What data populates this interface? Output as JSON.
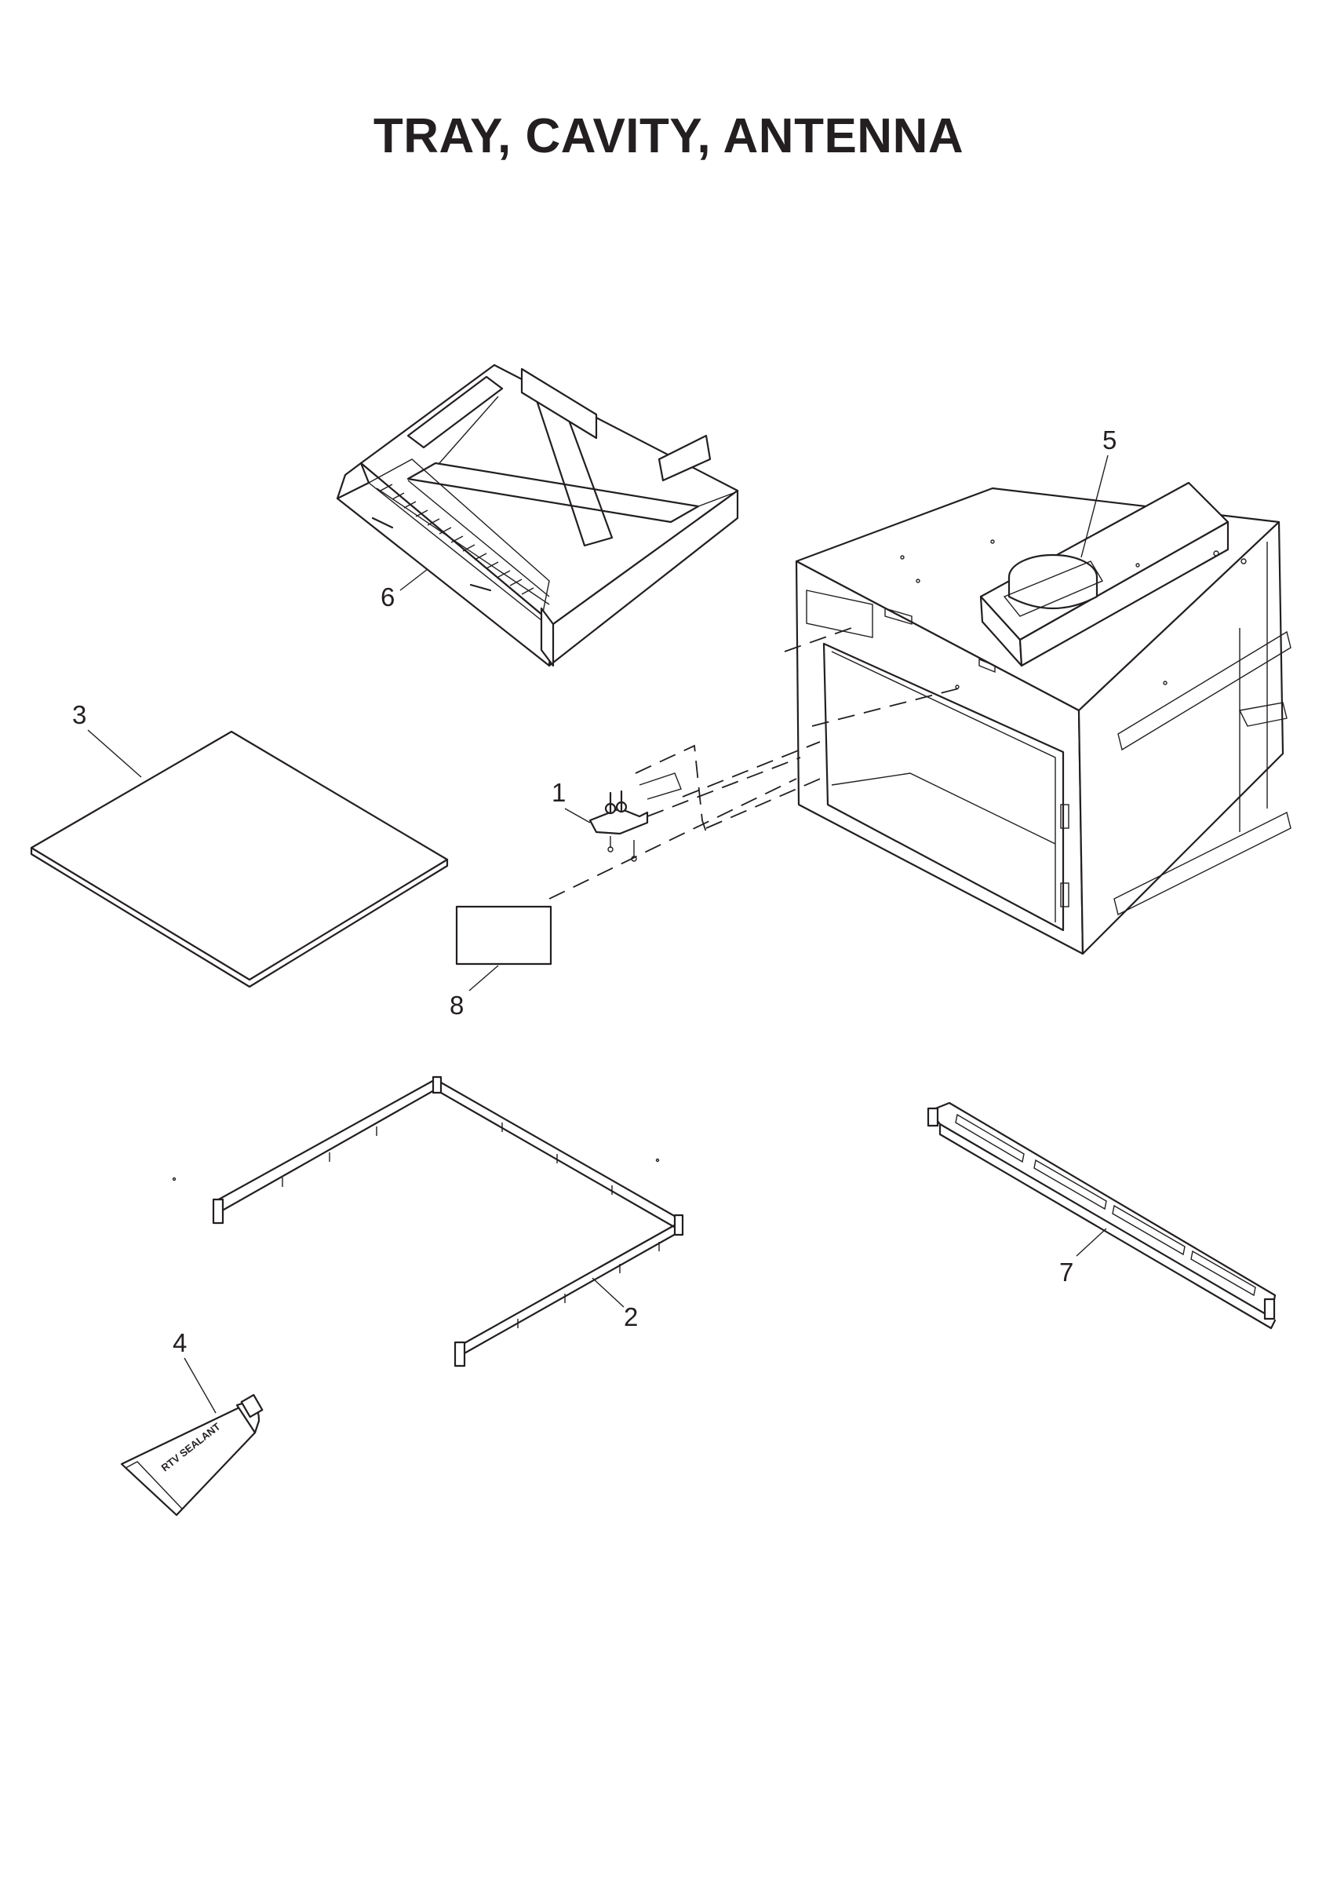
{
  "title": "TRAY, CAVITY, ANTENNA",
  "callouts": [
    {
      "id": "1",
      "label": "1",
      "part": "antenna-assembly"
    },
    {
      "id": "2",
      "label": "2",
      "part": "tray-frame"
    },
    {
      "id": "3",
      "label": "3",
      "part": "flat-sheet"
    },
    {
      "id": "4",
      "label": "4",
      "part": "sealant-tube"
    },
    {
      "id": "5",
      "label": "5",
      "part": "antenna-motor"
    },
    {
      "id": "6",
      "label": "6",
      "part": "tray"
    },
    {
      "id": "7",
      "label": "7",
      "part": "vent-grille"
    },
    {
      "id": "8",
      "label": "8",
      "part": "label-card"
    }
  ],
  "tube_text": "RTV SEALANT",
  "colors": {
    "line": "#231f20",
    "background": "#ffffff"
  }
}
